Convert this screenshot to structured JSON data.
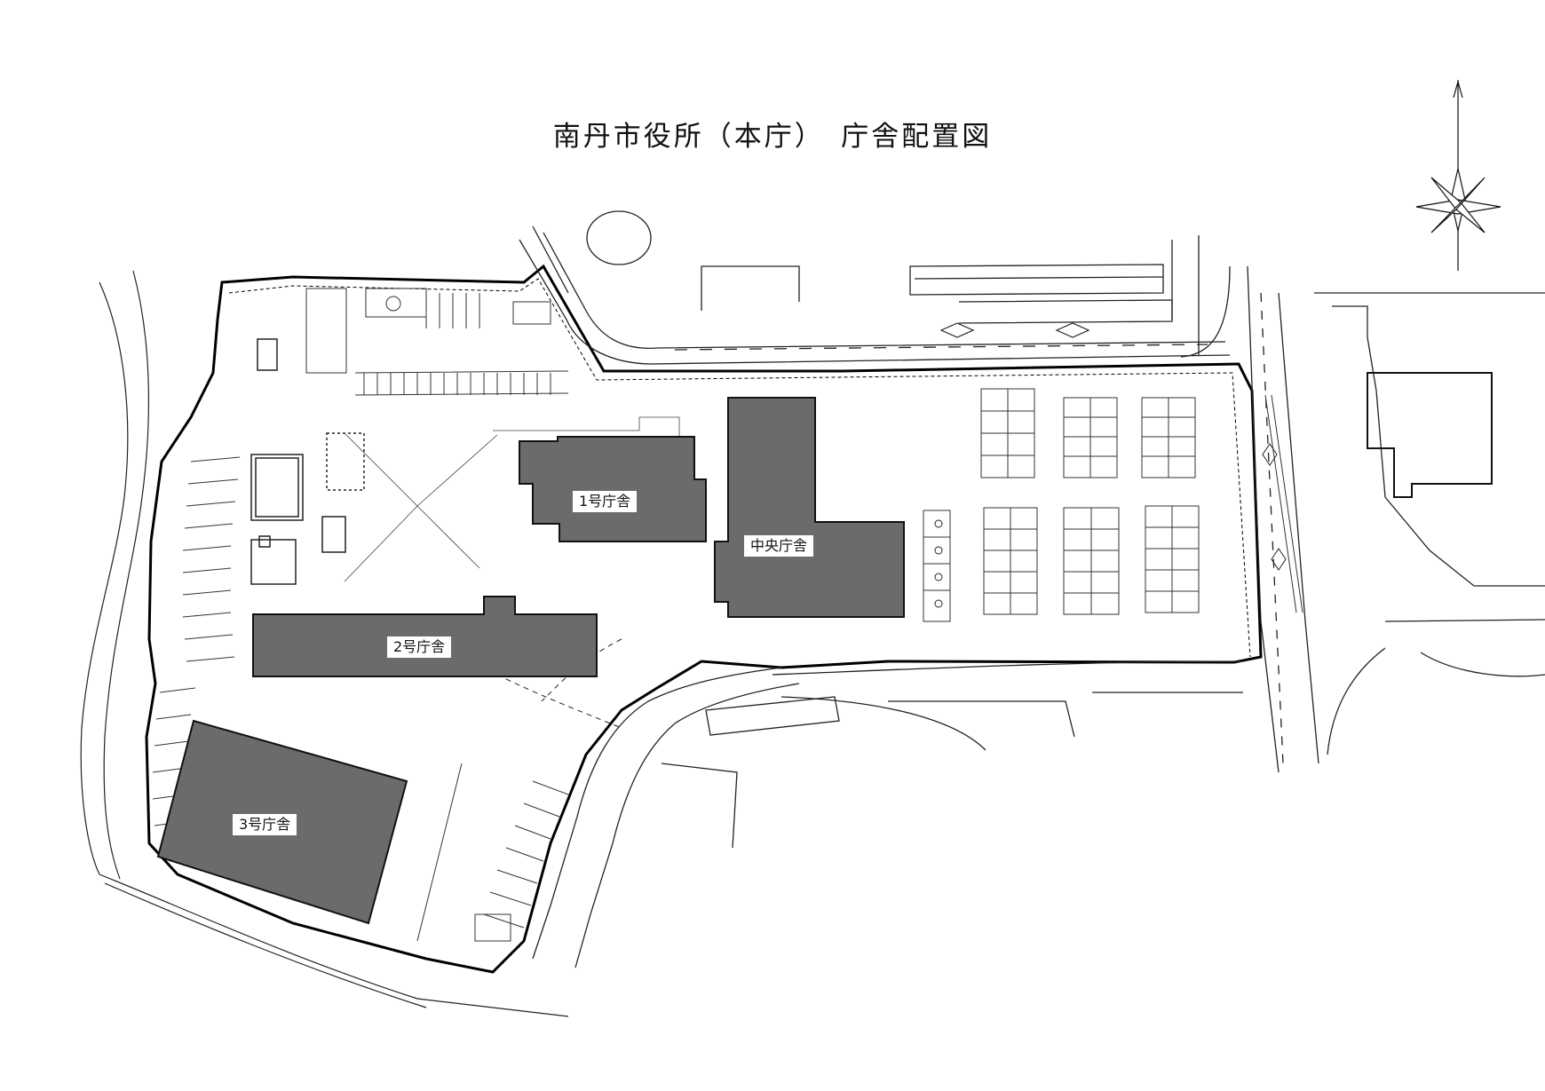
{
  "title": "南丹市役所（本庁）　庁舎配置図",
  "buildings": {
    "b1": "1号庁舎",
    "b2": "2号庁舎",
    "b3": "3号庁舎",
    "central": "中央庁舎"
  },
  "colors": {
    "building_fill": "#6b6b6b",
    "line": "#111111",
    "background": "#ffffff"
  },
  "icons": [
    "north-arrow-icon",
    "compass-rose-icon",
    "wheelchair-parking-icon"
  ]
}
